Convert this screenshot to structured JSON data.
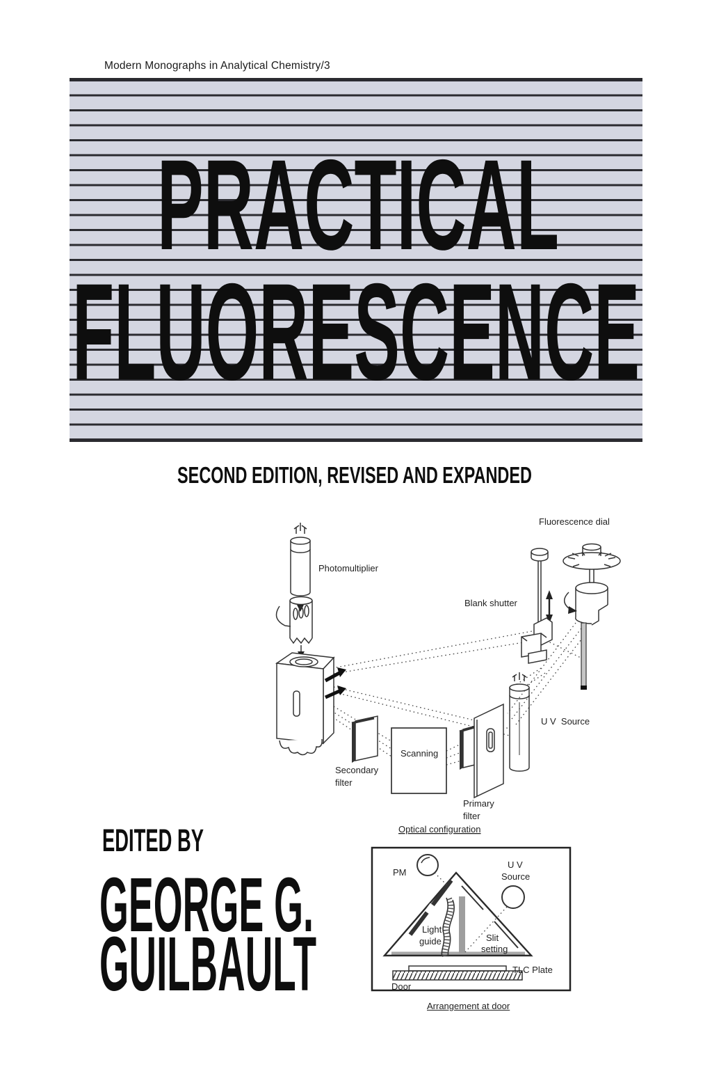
{
  "series_title": "Modern Monographs in Analytical Chemistry/3",
  "title": {
    "line1": "PRACTICAL",
    "line2": "FLUORESCENCE"
  },
  "subtitle": "SECOND EDITION, REVISED AND EXPANDED",
  "editor": {
    "label": "EDITED BY",
    "name_line1": "GEORGE G.",
    "name_line2": "GUILBAULT"
  },
  "colors": {
    "stripe_bg": "#d4d6e1",
    "stripe_line": "#2b2b30",
    "ink": "#0e0e0e"
  },
  "optical_diagram": {
    "caption": "Optical configuration",
    "labels": {
      "photomultiplier": "Photomultiplier",
      "fluorescence_dial": "Fluorescence dial",
      "blank_shutter": "Blank shutter",
      "uv_source": "U V  Source",
      "secondary_filter_line1": "Secondary",
      "secondary_filter_line2": "filter",
      "scanning": "Scanning",
      "primary_filter_line1": "Primary",
      "primary_filter_line2": "filter"
    }
  },
  "door_diagram": {
    "caption": "Arrangement at door",
    "labels": {
      "pm": "PM",
      "uv_line1": "U V",
      "uv_line2": "Source",
      "light_guide_line1": "Light",
      "light_guide_line2": "guide",
      "slit_line1": "Slit",
      "slit_line2": "setting",
      "tlc_plate": "TLC Plate",
      "door": "Door"
    }
  }
}
